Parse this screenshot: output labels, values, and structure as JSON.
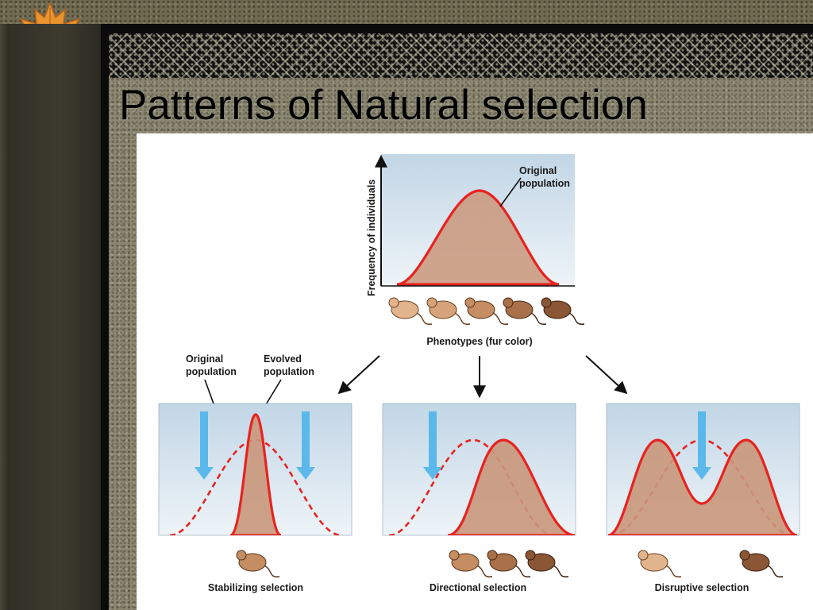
{
  "slide": {
    "title": "Patterns of Natural selection"
  },
  "figure": {
    "top_panel": {
      "y_axis_label": "Frequency of individuals",
      "curve_label_line1": "Original",
      "curve_label_line2": "population",
      "x_caption": "Phenotypes (fur color)"
    },
    "legend": {
      "original_line1": "Original",
      "original_line2": "population",
      "evolved_line1": "Evolved",
      "evolved_line2": "population"
    },
    "panels": [
      {
        "caption": "Stabilizing selection"
      },
      {
        "caption": "Directional selection"
      },
      {
        "caption": "Disruptive selection"
      }
    ]
  },
  "colors": {
    "curve": "#e8231f",
    "fill": "#c9977a",
    "arrow": "#5ab9ea",
    "panel_top": "#c2d6e6",
    "panel_bottom": "#eef4f8"
  }
}
